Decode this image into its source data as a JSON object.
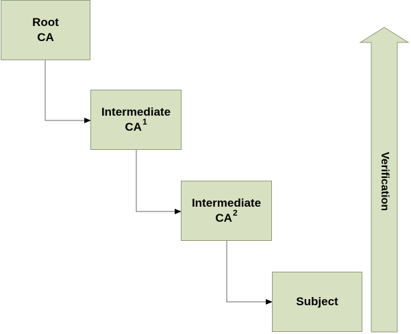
{
  "nodes": {
    "root": {
      "line1": "Root",
      "line2": "CA"
    },
    "intermediate1": {
      "line1": "Intermediate",
      "line2": "CA",
      "sup": "1"
    },
    "intermediate2": {
      "line1": "Intermediate",
      "line2": "CA",
      "sup": "2"
    },
    "subject": {
      "line1": "Subject"
    }
  },
  "verification": {
    "label": "Verification"
  },
  "colors": {
    "node_fill": "#d8e0c2",
    "node_border": "#8c9a78",
    "connector": "#666666",
    "arrow_fill": "#d8e0c2"
  }
}
